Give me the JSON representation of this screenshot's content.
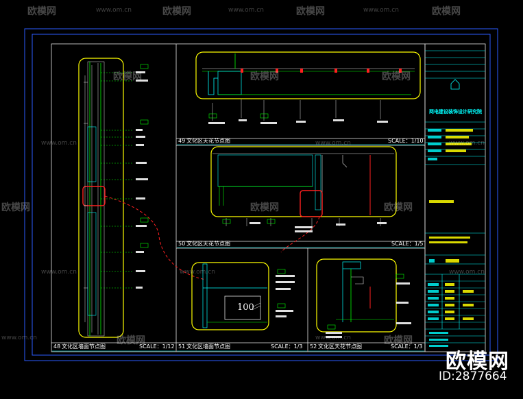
{
  "watermarks": {
    "brand": "欧模网",
    "url": "www.om.cn",
    "big_brand": "欧模网",
    "id_text": "ID:2877664"
  },
  "views": [
    {
      "number": "48",
      "title": "文化区墙面节点图",
      "scale": "SCALE：1/12"
    },
    {
      "number": "49",
      "title": "文化区天花节点图",
      "scale": "SCALE：1/10"
    },
    {
      "number": "50",
      "title": "文化区天花节点图",
      "scale": "SCALE：1/5"
    },
    {
      "number": "51",
      "title": "文化区墙面节点图",
      "scale": "SCALE：1/3"
    },
    {
      "number": "52",
      "title": "文化区天花节点图",
      "scale": "SCALE：1/3"
    }
  ],
  "detail_dimension": "100",
  "title_block": {
    "company": "两电建设装饰设计研究院"
  },
  "colors": {
    "frame": "#2d5bff",
    "cyan": "#00ffff",
    "yellow": "#ffff00",
    "green": "#00ff00",
    "red": "#ff2020",
    "magenta": "#ff00ff",
    "white": "#ffffff"
  }
}
